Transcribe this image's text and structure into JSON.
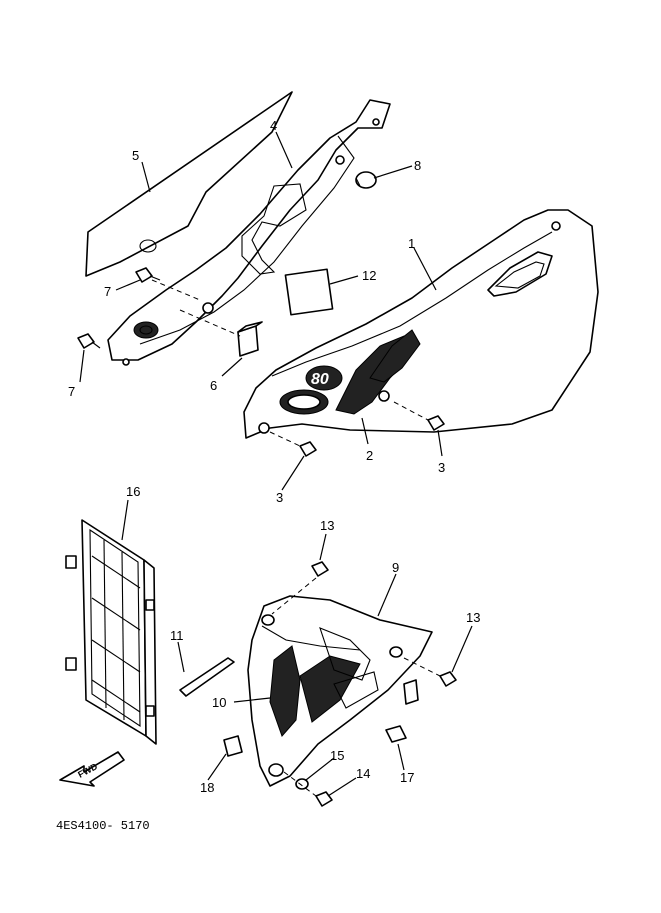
{
  "diagram": {
    "drawing_code": "4ES4100- 5170",
    "forward_arrow_label": "FWD",
    "side_cover_emblem": "80",
    "callouts": [
      {
        "id": "c1",
        "label": "1",
        "part": "side-cover-right"
      },
      {
        "id": "c2",
        "label": "2",
        "part": "graphic-side-cover"
      },
      {
        "id": "c3a",
        "label": "3",
        "part": "bolt"
      },
      {
        "id": "c3b",
        "label": "3",
        "part": "bolt"
      },
      {
        "id": "c4",
        "label": "4",
        "part": "side-cover-left"
      },
      {
        "id": "c5",
        "label": "5",
        "part": "graphic-left"
      },
      {
        "id": "c6",
        "label": "6",
        "part": "damper"
      },
      {
        "id": "c7a",
        "label": "7",
        "part": "bolt"
      },
      {
        "id": "c7b",
        "label": "7",
        "part": "bolt"
      },
      {
        "id": "c8",
        "label": "8",
        "part": "grommet"
      },
      {
        "id": "c9",
        "label": "9",
        "part": "radiator-shroud"
      },
      {
        "id": "c10",
        "label": "10",
        "part": "graphic-shroud"
      },
      {
        "id": "c11",
        "label": "11",
        "part": "strip"
      },
      {
        "id": "c12",
        "label": "12",
        "part": "plate"
      },
      {
        "id": "c13a",
        "label": "13",
        "part": "bolt"
      },
      {
        "id": "c13b",
        "label": "13",
        "part": "bolt"
      },
      {
        "id": "c14",
        "label": "14",
        "part": "bolt"
      },
      {
        "id": "c15",
        "label": "15",
        "part": "washer"
      },
      {
        "id": "c16",
        "label": "16",
        "part": "radiator-guard"
      },
      {
        "id": "c17",
        "label": "17",
        "part": "nut"
      },
      {
        "id": "c18",
        "label": "18",
        "part": "clip"
      }
    ]
  }
}
